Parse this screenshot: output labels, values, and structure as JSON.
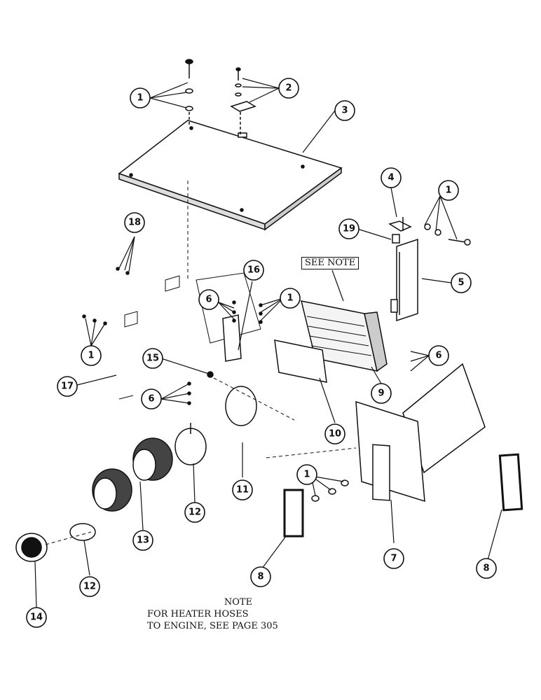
{
  "diagram": {
    "see_note_label": "SEE NOTE",
    "note": {
      "title": "NOTE",
      "line1": "FOR HEATER HOSES",
      "line2": "TO ENGINE, SEE PAGE 305"
    },
    "callouts": [
      "1",
      "2",
      "3",
      "4",
      "1",
      "18",
      "19",
      "5",
      "16",
      "6",
      "1",
      "SEE NOTE",
      "1",
      "15",
      "6",
      "9",
      "17",
      "6",
      "10",
      "11",
      "12",
      "13",
      "1",
      "7",
      "8",
      "12",
      "8",
      "14"
    ]
  }
}
